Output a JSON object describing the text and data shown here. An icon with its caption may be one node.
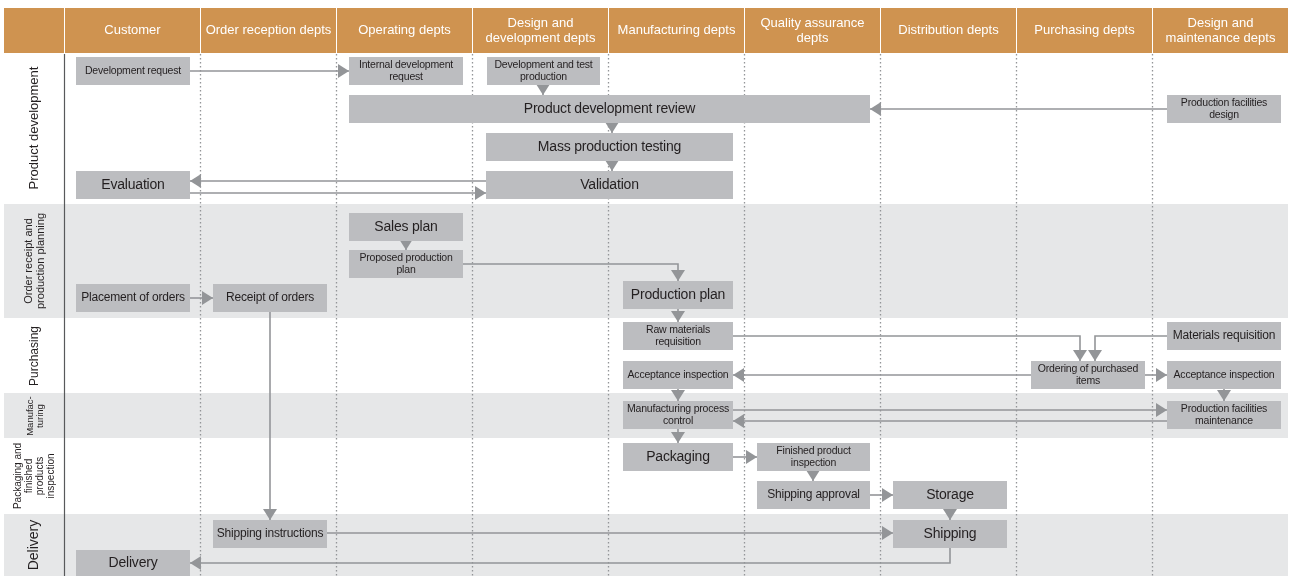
{
  "diagram": {
    "nodes": [
      {
        "text": [
          "Customer"
        ]
      },
      {
        "text": [
          "Order reception depts"
        ]
      },
      {
        "text": [
          "Operating depts"
        ]
      },
      {
        "text": [
          "Design and development depts"
        ]
      },
      {
        "text": [
          "Manufacturing depts"
        ]
      },
      {
        "text": [
          "Quality assurance depts"
        ]
      },
      {
        "text": [
          "Distribution depts"
        ]
      },
      {
        "text": [
          "Purchasing depts"
        ]
      },
      {
        "text": [
          "Design and maintenance depts"
        ]
      },
      {
        "text": [
          "Product development"
        ]
      },
      {
        "text": [
          "Order receipt and production planning"
        ]
      },
      {
        "text": [
          "Purchasing"
        ]
      },
      {
        "text": [
          "Manufac-turing"
        ]
      },
      {
        "text": [
          "Packaging and finished products inspection"
        ]
      },
      {
        "text": [
          "Delivery"
        ]
      },
      {
        "text": [
          "Development request"
        ],
        "in": 9
      },
      {
        "text": [
          "Internal development request"
        ],
        "in": 9
      },
      {
        "text": [
          "Development and test production"
        ],
        "in": 9
      },
      {
        "text": [
          "Product development review"
        ],
        "in": 9
      },
      {
        "text": [
          "Production facilities design"
        ],
        "in": 9
      },
      {
        "text": [
          "Mass production testing"
        ],
        "in": 9
      },
      {
        "text": [
          "Evaluation"
        ],
        "in": 9
      },
      {
        "text": [
          "Validation"
        ],
        "in": 9
      },
      {
        "text": [
          "Sales plan"
        ],
        "in": 10
      },
      {
        "text": [
          "Proposed production plan"
        ],
        "in": 10
      },
      {
        "text": [
          "Placement of orders"
        ],
        "in": 10
      },
      {
        "text": [
          "Receipt of orders"
        ],
        "in": 10
      },
      {
        "text": [
          "Production plan"
        ],
        "in": 10
      },
      {
        "text": [
          "Raw materials requisition"
        ],
        "in": 11
      },
      {
        "text": [
          "Materials requisition"
        ],
        "in": 11
      },
      {
        "text": [
          "Acceptance inspection"
        ],
        "in": 11
      },
      {
        "text": [
          "Ordering of purchased items"
        ],
        "in": 11
      },
      {
        "text": [
          "Acceptance inspection"
        ],
        "in": 11
      },
      {
        "text": [
          "Manufacturing process control"
        ],
        "in": 12
      },
      {
        "text": [
          "Production facilities maintenance"
        ],
        "in": 12
      },
      {
        "text": [
          "Packaging"
        ],
        "in": 13
      },
      {
        "text": [
          "Finished product inspection"
        ],
        "in": 13
      },
      {
        "text": [
          "Shipping approval"
        ],
        "in": 13
      },
      {
        "text": [
          "Storage"
        ],
        "in": 13
      },
      {
        "text": [
          "Shipping instructions"
        ],
        "in": 14
      },
      {
        "text": [
          "Shipping"
        ],
        "in": 14
      },
      {
        "text": [
          "Delivery"
        ],
        "in": 14
      }
    ],
    "edges": [
      {
        "from": 15,
        "to": 16,
        "arrow": "to"
      },
      {
        "from": 17,
        "to": 18,
        "arrow": "to"
      },
      {
        "from": 19,
        "to": 18,
        "arrow": "to"
      },
      {
        "from": 18,
        "to": 20,
        "arrow": "to"
      },
      {
        "from": 20,
        "to": 22,
        "arrow": "to"
      },
      {
        "from": 22,
        "to": 21,
        "arrow": "to"
      },
      {
        "from": 21,
        "to": 22,
        "arrow": "to"
      },
      {
        "from": 23,
        "to": 24,
        "arrow": "to"
      },
      {
        "from": 24,
        "to": 27,
        "arrow": "to"
      },
      {
        "from": 25,
        "to": 26,
        "arrow": "to"
      },
      {
        "from": 27,
        "to": 28,
        "arrow": "to"
      },
      {
        "from": 28,
        "to": 31,
        "arrow": "to"
      },
      {
        "from": 29,
        "to": 31,
        "arrow": "to"
      },
      {
        "from": 31,
        "to": 30,
        "arrow": "to"
      },
      {
        "from": 31,
        "to": 32,
        "arrow": "to"
      },
      {
        "from": 30,
        "to": 33,
        "arrow": "to"
      },
      {
        "from": 32,
        "to": 34,
        "arrow": "to"
      },
      {
        "from": 33,
        "to": 34,
        "arrow": "to"
      },
      {
        "from": 34,
        "to": 33,
        "arrow": "to"
      },
      {
        "from": 33,
        "to": 35,
        "arrow": "to"
      },
      {
        "from": 35,
        "to": 36,
        "arrow": "to"
      },
      {
        "from": 36,
        "to": 37,
        "arrow": "to"
      },
      {
        "from": 37,
        "to": 38,
        "arrow": "to"
      },
      {
        "from": 38,
        "to": 40,
        "arrow": "to"
      },
      {
        "from": 26,
        "to": 39,
        "arrow": "to"
      },
      {
        "from": 39,
        "to": 40,
        "arrow": "to"
      },
      {
        "from": 40,
        "to": 41,
        "arrow": "to"
      }
    ]
  }
}
